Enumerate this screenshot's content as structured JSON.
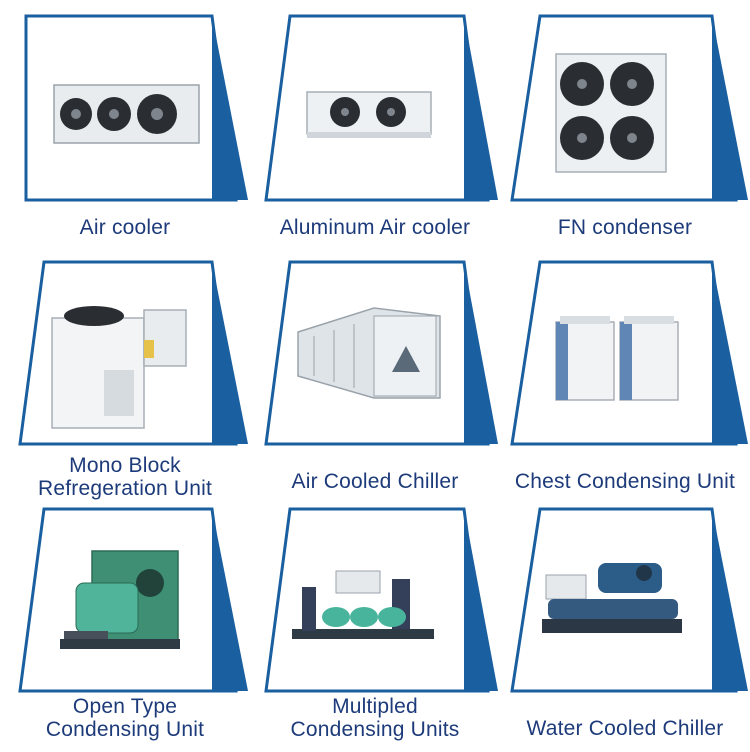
{
  "colors": {
    "frame_blue": "#1a5fa0",
    "label_blue": "#1d3b7a",
    "frame_dark": "#123f6e"
  },
  "products": [
    {
      "lines": [
        "Air cooler"
      ],
      "icon": "air-cooler-icon"
    },
    {
      "lines": [
        "Aluminum Air cooler"
      ],
      "icon": "aluminum-air-cooler-icon"
    },
    {
      "lines": [
        "FN condenser"
      ],
      "icon": "fn-condenser-icon"
    },
    {
      "lines": [
        "Mono Block",
        "Refregeration Unit"
      ],
      "icon": "mono-block-unit-icon"
    },
    {
      "lines": [
        "Air Cooled Chiller"
      ],
      "icon": "air-cooled-chiller-icon"
    },
    {
      "lines": [
        "Chest Condensing Unit"
      ],
      "icon": "chest-condensing-unit-icon"
    },
    {
      "lines": [
        "Open Type",
        "Condensing Unit"
      ],
      "icon": "open-type-condensing-unit-icon"
    },
    {
      "lines": [
        "Multipled",
        "Condensing Units"
      ],
      "icon": "multipled-condensing-units-icon"
    },
    {
      "lines": [
        "Water Cooled Chiller"
      ],
      "icon": "water-cooled-chiller-icon"
    }
  ]
}
